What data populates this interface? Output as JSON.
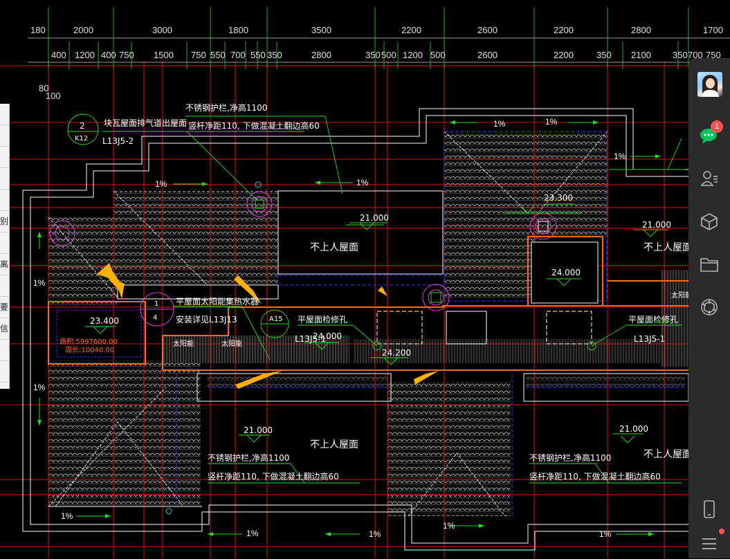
{
  "dims_top": [
    "180",
    "2000",
    "3000",
    "1800",
    "3500",
    "2200",
    "2600",
    "2200",
    "2800",
    "1700"
  ],
  "dims_second": [
    "400",
    "1200",
    "400",
    "750",
    "1500",
    "750",
    "550",
    "700",
    "550",
    "350",
    "2800",
    "350",
    "500",
    "1200",
    "500",
    "2600",
    "2200",
    "350",
    "2100",
    "350",
    "700",
    "750"
  ],
  "dims_left": [
    "80",
    "100"
  ],
  "labels": {
    "railing_top": "不锈钢护栏,净高1100",
    "tile_vent": "块瓦屋面排气道出屋面",
    "tile_vent_ref": "L13J5-2",
    "detail_num": "2",
    "detail_sheet": "K12",
    "rod_spacing_top": "竖杆净距110, 下做混凝土翻边高60",
    "elev_21000_a": "21.000",
    "no_access_a": "不上人屋面",
    "elev_23300": "23.300",
    "elev_21000_b": "21.000",
    "no_access_b": "不上人屋面",
    "elev_24000": "24.000",
    "solar_note": "平屋面太阳能集热水器",
    "install_ref": "安装详见L13J13",
    "detail_a15": "A15",
    "hatch_a": "平屋面检修孔",
    "hatch_a_ref": "L13J5-1",
    "elev_24000_b": "24.000",
    "elev_24200": "24.200",
    "hatch_b": "平屋面检修孔",
    "hatch_b_ref": "L13J5-1",
    "elev_23400": "23.400",
    "area": "面积:5997600.00",
    "perimeter": "周长:10040.00",
    "solar_panel": "太阳能",
    "elev_21000_c": "21.000",
    "no_access_c": "不上人屋面",
    "railing_bl": "不锈钢护栏,净高1100",
    "rod_bl": "竖杆净距110, 下做混凝土翻边高60",
    "elev_21000_d": "21.000",
    "no_access_d": "不上人屋面",
    "railing_br": "不锈钢护栏,净高1100",
    "rod_br": "竖杆净距110, 下做混凝土翻边高60",
    "slope": "1%",
    "callout_4": "4"
  },
  "left_panel": [
    "",
    "",
    "",
    "",
    "",
    "别",
    "",
    "离",
    "",
    "要",
    "信",
    "",
    "",
    ""
  ],
  "sidebar": {
    "badge_count": "1",
    "items": [
      "chat",
      "contacts",
      "mini-programs",
      "files",
      "moments",
      "phone",
      "menu"
    ]
  },
  "colors": {
    "grid_red": "#e01010",
    "wall_white": "#ffffff",
    "outline_orange": "#ff6a1a",
    "leader_green": "#22dd22",
    "hidden_blue": "#3333ff",
    "magenta": "#e040e0",
    "arrow_yellow": "#ffb000",
    "cyan": "#00d8d8"
  }
}
